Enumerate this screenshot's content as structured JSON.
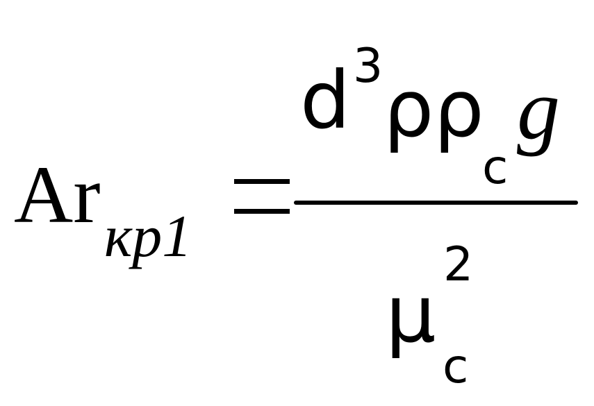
{
  "formula": {
    "lhs": {
      "symbol": "Ar",
      "subscript": "кр1"
    },
    "operator": "=",
    "numerator": {
      "base": "d",
      "exponent": "3",
      "density_terms": "ρρ",
      "density_subscript": "c",
      "gravity": "g"
    },
    "denominator": {
      "base": "μ",
      "exponent": "2",
      "subscript": "c"
    }
  }
}
